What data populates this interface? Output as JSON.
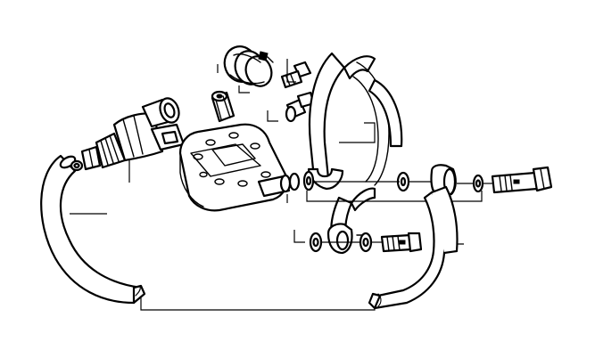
{
  "diagram": {
    "kind": "exploded-parts-drawing",
    "parts": [
      {
        "id": "hose-left",
        "icon": "curved-hose-icon"
      },
      {
        "id": "injector",
        "icon": "fuel-injector-icon"
      },
      {
        "id": "injector-seal",
        "icon": "o-ring-icon"
      },
      {
        "id": "hose-clamp",
        "icon": "spring-clamp-icon"
      },
      {
        "id": "bolt-top",
        "icon": "bolt-icon"
      },
      {
        "id": "hex-nipple",
        "icon": "hex-fitting-icon"
      },
      {
        "id": "bleed-screw",
        "icon": "bleed-screw-icon"
      },
      {
        "id": "cylinder-head",
        "icon": "cylinder-head-icon"
      },
      {
        "id": "hose-upper-loop",
        "icon": "looped-hose-icon"
      },
      {
        "id": "banjo-fitting",
        "icon": "banjo-fitting-icon"
      },
      {
        "id": "washer",
        "icon": "washer-icon"
      },
      {
        "id": "banjo-bolt",
        "icon": "banjo-bolt-icon"
      },
      {
        "id": "hose-lower-right",
        "icon": "curved-hose-icon"
      }
    ]
  }
}
